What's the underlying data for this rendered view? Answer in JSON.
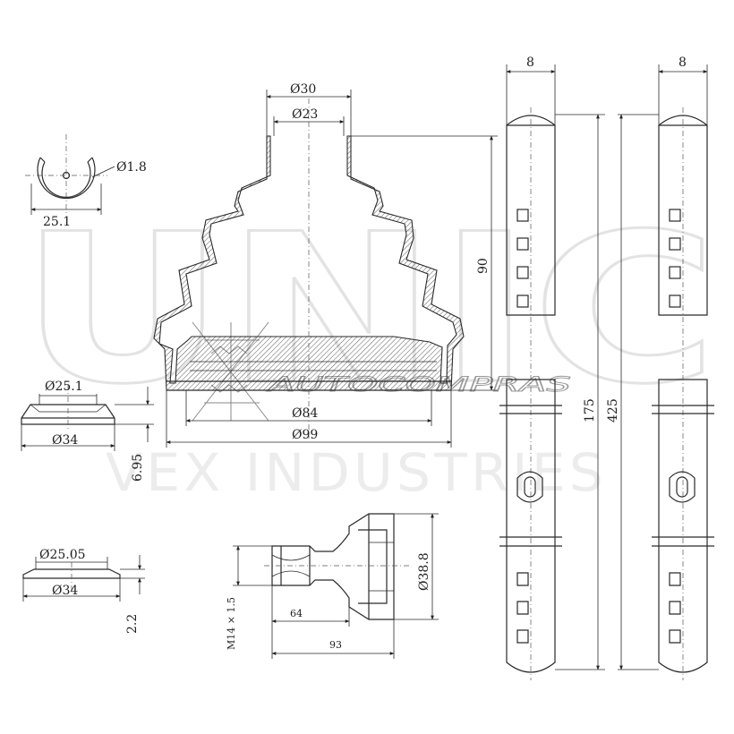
{
  "watermark": {
    "brand": "UNIC",
    "company": "VEX INDUSTRIES",
    "site": "AUTOCOMPRAS"
  },
  "clip_ring": {
    "wire_diameter": "Ø1.8",
    "diameter": "25.1"
  },
  "clamp_large": {
    "inner": "Ø25.1",
    "outer": "Ø34",
    "height": "6.95"
  },
  "clamp_small": {
    "inner": "Ø25.05",
    "outer": "Ø34",
    "height": "2.2"
  },
  "boot": {
    "top_outer": "Ø30",
    "top_inner": "Ø23",
    "bottom_inner": "Ø84",
    "bottom_outer": "Ø99",
    "height": "90"
  },
  "nut": {
    "thread": "M14 × 1.5",
    "diameter": "Ø38.8",
    "length_short": "64",
    "length_total": "93"
  },
  "bands": {
    "width_left": "8",
    "width_right": "8",
    "length_left": "175",
    "length_right": "425"
  }
}
